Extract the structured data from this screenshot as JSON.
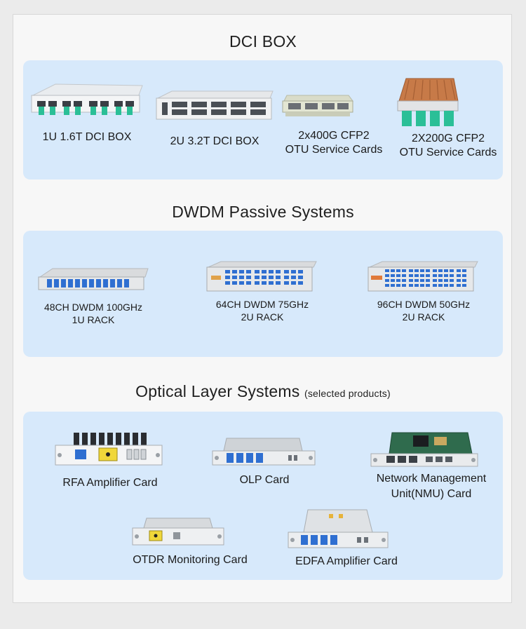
{
  "sections": {
    "dci": {
      "title": "DCI BOX"
    },
    "dwdm": {
      "title": "DWDM Passive Systems"
    },
    "optical": {
      "title": "Optical Layer Systems",
      "subtitle": "(selected products)"
    }
  },
  "dci_items": [
    {
      "line1": "1U 1.6T DCI BOX"
    },
    {
      "line1": "2U 3.2T DCI BOX"
    },
    {
      "line1": "2x400G CFP2",
      "line2": "OTU Service Cards"
    },
    {
      "line1": "2X200G CFP2",
      "line2": "OTU Service Cards"
    }
  ],
  "dwdm_items": [
    {
      "line1": "48CH DWDM 100GHz",
      "line2": "1U RACK"
    },
    {
      "line1": "64CH DWDM 75GHz",
      "line2": "2U RACK"
    },
    {
      "line1": "96CH DWDM 50GHz",
      "line2": "2U RACK"
    }
  ],
  "optical_items": [
    {
      "line1": "RFA Amplifier Card"
    },
    {
      "line1": "OLP  Card"
    },
    {
      "line1": "Network Management",
      "line2": "Unit(NMU) Card"
    },
    {
      "line1": "OTDR Monitoring Card"
    },
    {
      "line1": "EDFA Amplifier Card"
    }
  ],
  "colors": {
    "panel": "#d7e9fb",
    "page": "#ebebeb",
    "card": "#f7f7f7",
    "port_blue": "#2f6fd1",
    "transceiver_green": "#2bbf97",
    "heatsink_copper": "#c77a48"
  }
}
